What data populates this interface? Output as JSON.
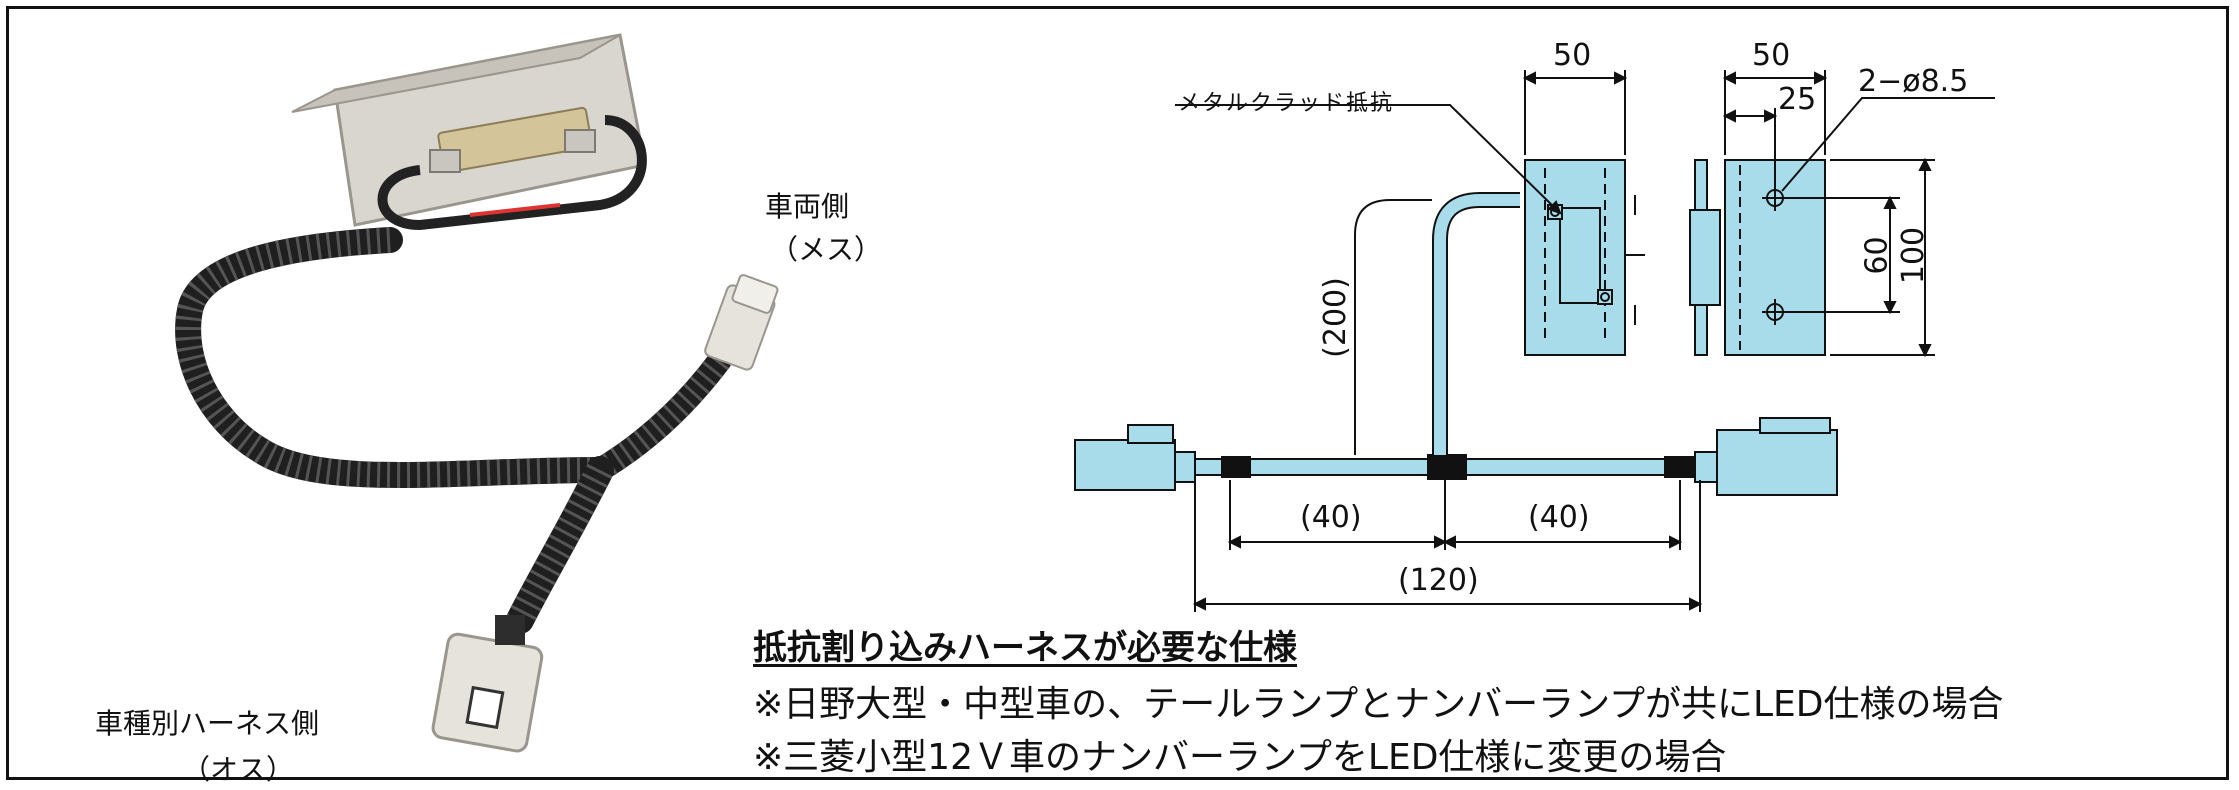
{
  "photo": {
    "vehicle_side_label": "車両側",
    "vehicle_side_sub": "（メス）",
    "harness_side_label": "車種別ハーネス側",
    "harness_side_sub": "（オス）"
  },
  "drawing": {
    "resistor_label": "メタルクラッド抵抗",
    "dim_width_left": "50",
    "dim_width_right": "50",
    "dim_hole_offset": "25",
    "dim_holes": "2−ø8.5",
    "dim_hole_pitch": "60",
    "dim_height": "100",
    "dim_branch": "(200)",
    "dim_left_seg": "(40)",
    "dim_right_seg": "(40)",
    "dim_total": "(120)"
  },
  "notes": {
    "title": "抵抗割り込みハーネスが必要な仕様",
    "line1": "※日野大型・中型車の、テールランプとナンバーランプが共にLED仕様の場合",
    "line2": "※三菱小型12Ｖ車のナンバーランプをLED仕様に変更の場合"
  },
  "colors": {
    "part_fill": "#a8dcea",
    "line": "#111111",
    "cable": "#2a2a2a",
    "connector": "#e6e3dc",
    "bracket": "#d7d4cc"
  }
}
